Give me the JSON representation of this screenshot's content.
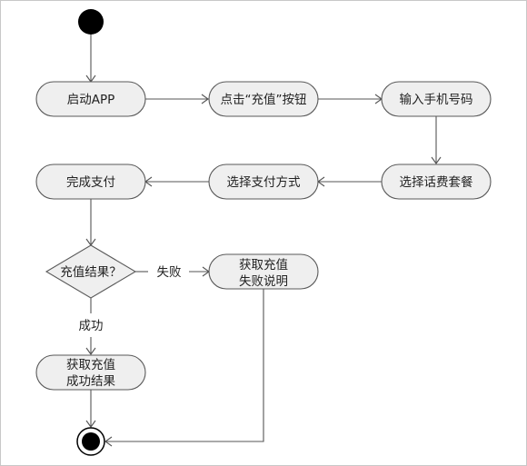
{
  "diagram": {
    "type": "activity-diagram",
    "nodes": {
      "start_app": "启动APP",
      "click_recharge": "点击“充值”按钮",
      "enter_phone": "输入手机号码",
      "choose_plan": "选择话费套餐",
      "choose_payment": "选择支付方式",
      "complete_payment": "完成支付",
      "decision": "充值结果？",
      "fail_line1": "获取充值",
      "fail_line2": "失败说明",
      "success_line1": "获取充值",
      "success_line2": "成功结果"
    },
    "edges": {
      "fail_label": "失败",
      "success_label": "成功"
    }
  }
}
